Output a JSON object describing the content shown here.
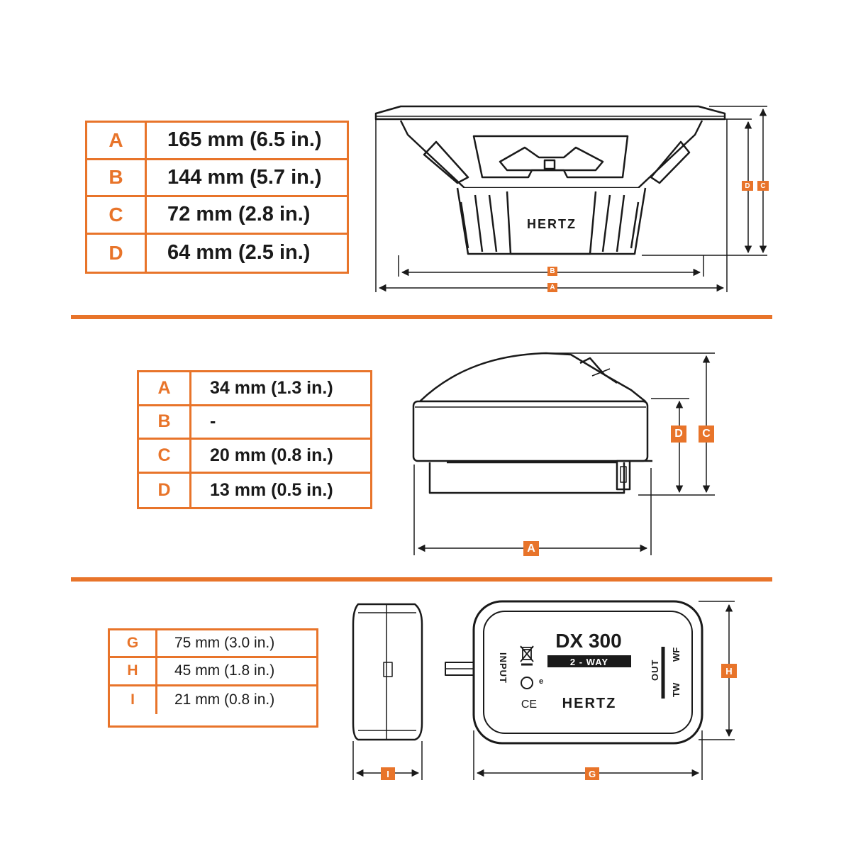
{
  "colors": {
    "accent": "#e8742a",
    "ink": "#1a1a1a"
  },
  "woofer": {
    "brand": "HERTZ",
    "specs": [
      {
        "key": "A",
        "value": "165 mm (6.5 in.)"
      },
      {
        "key": "B",
        "value": "144 mm (5.7 in.)"
      },
      {
        "key": "C",
        "value": "72 mm (2.8 in.)"
      },
      {
        "key": "D",
        "value": "64 mm (2.5 in.)"
      }
    ],
    "dimension_tags": {
      "a": "A",
      "b": "B",
      "c": "C",
      "d": "D"
    }
  },
  "tweeter": {
    "specs": [
      {
        "key": "A",
        "value": "34 mm (1.3 in.)"
      },
      {
        "key": "B",
        "value": "-"
      },
      {
        "key": "C",
        "value": "20 mm (0.8 in.)"
      },
      {
        "key": "D",
        "value": "13 mm (0.5 in.)"
      }
    ],
    "dimension_tags": {
      "a": "A",
      "c": "C",
      "d": "D"
    }
  },
  "crossover": {
    "model": "DX 300",
    "type_label": "2 - WAY",
    "brand": "HERTZ",
    "input_label": "INPUT",
    "output_label": "OUT",
    "wf_label": "WF",
    "tw_label": "TW",
    "ce_mark": "CE",
    "specs": [
      {
        "key": "G",
        "value": "75 mm (3.0 in.)"
      },
      {
        "key": "H",
        "value": "45 mm (1.8 in.)"
      },
      {
        "key": "I",
        "value": "21 mm (0.8 in.)"
      }
    ],
    "dimension_tags": {
      "g": "G",
      "h": "H",
      "i": "I"
    }
  }
}
